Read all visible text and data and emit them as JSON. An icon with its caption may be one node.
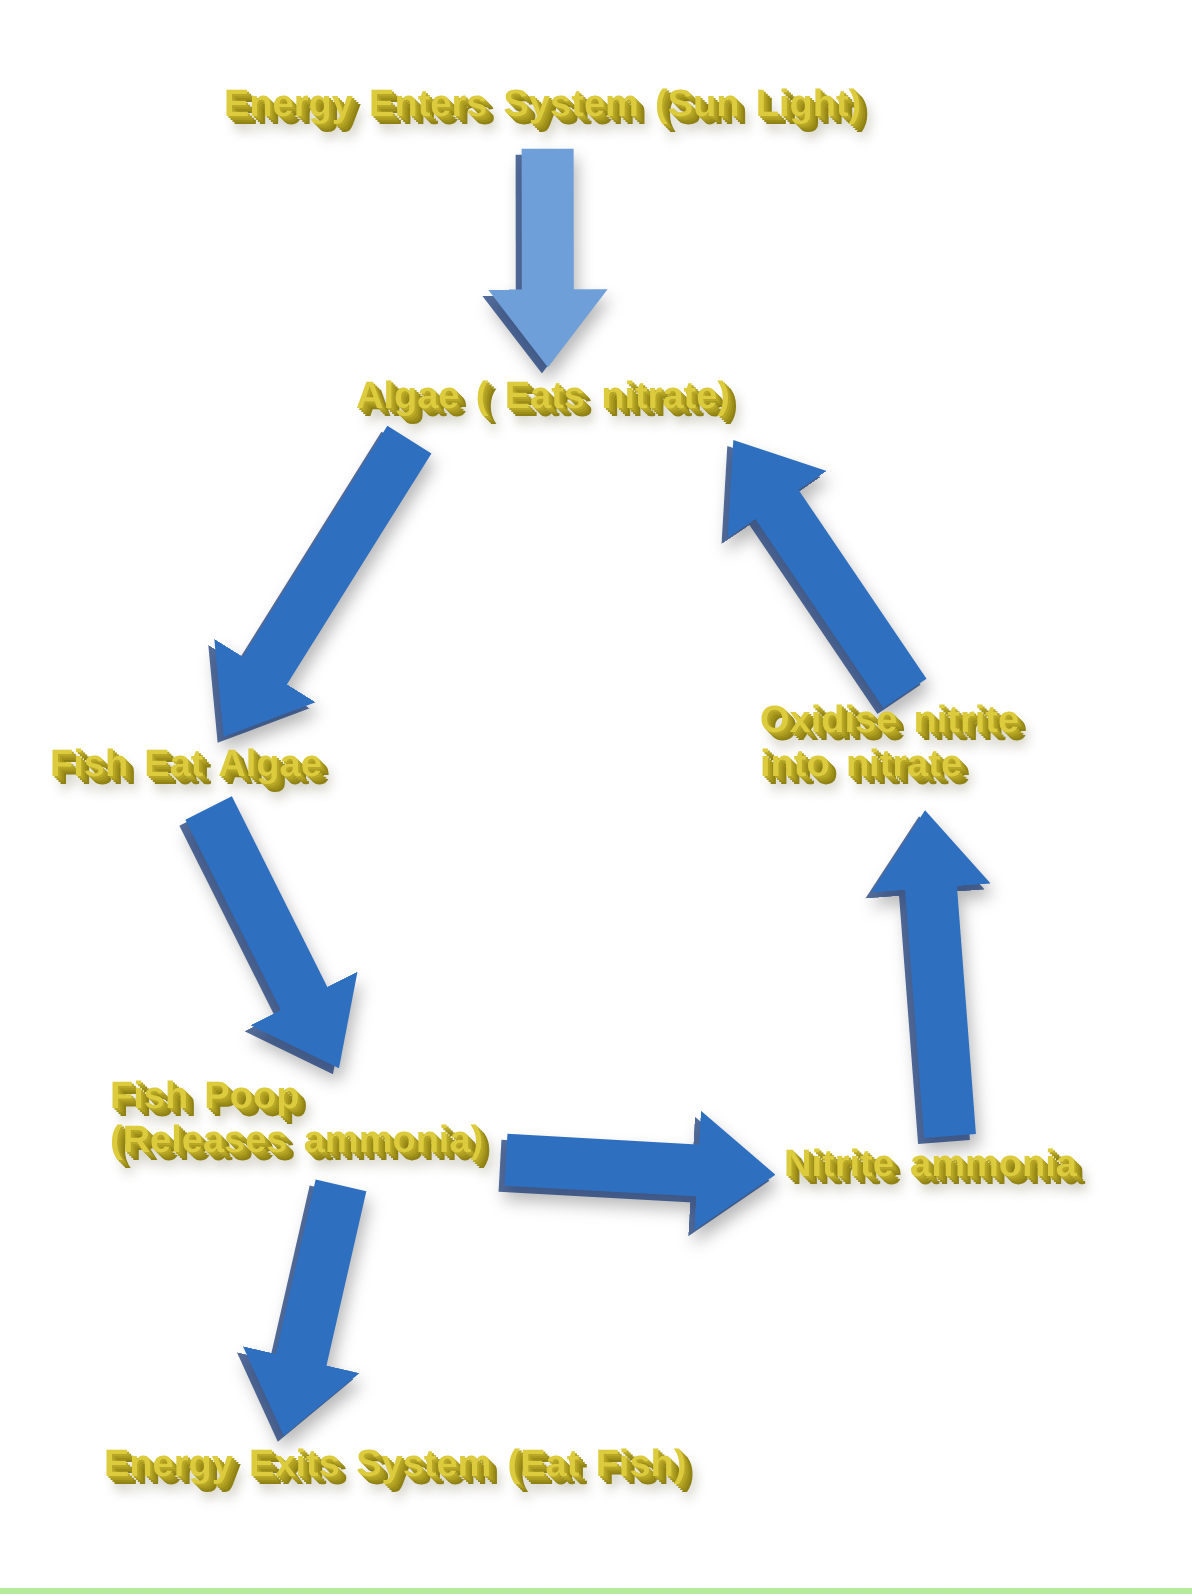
{
  "diagram": {
    "nodes": [
      {
        "text": [
          "Energy Enters System (Sun Light)"
        ]
      },
      {
        "text": [
          "Algae ( Eats nitrate)"
        ]
      },
      {
        "text": [
          "Fish Eat Algae"
        ]
      },
      {
        "text": [
          "Oxidise nitrite into nitrate"
        ]
      },
      {
        "text": [
          "Fish Poop (Releases ammonia)"
        ]
      },
      {
        "text": [
          "Nitrite ammonia"
        ]
      },
      {
        "text": [
          "Energy Exits System (Eat Fish)"
        ]
      }
    ],
    "edges": [
      {
        "from": 0,
        "to": 1,
        "arrow": "to",
        "color": "#6f9fd8"
      },
      {
        "from": 1,
        "to": 2,
        "arrow": "to"
      },
      {
        "from": 2,
        "to": 4,
        "arrow": "to"
      },
      {
        "from": 4,
        "to": 5,
        "arrow": "to"
      },
      {
        "from": 5,
        "to": 3,
        "arrow": "to"
      },
      {
        "from": 3,
        "to": 1,
        "arrow": "to"
      },
      {
        "from": 4,
        "to": 6,
        "arrow": "to"
      }
    ]
  }
}
